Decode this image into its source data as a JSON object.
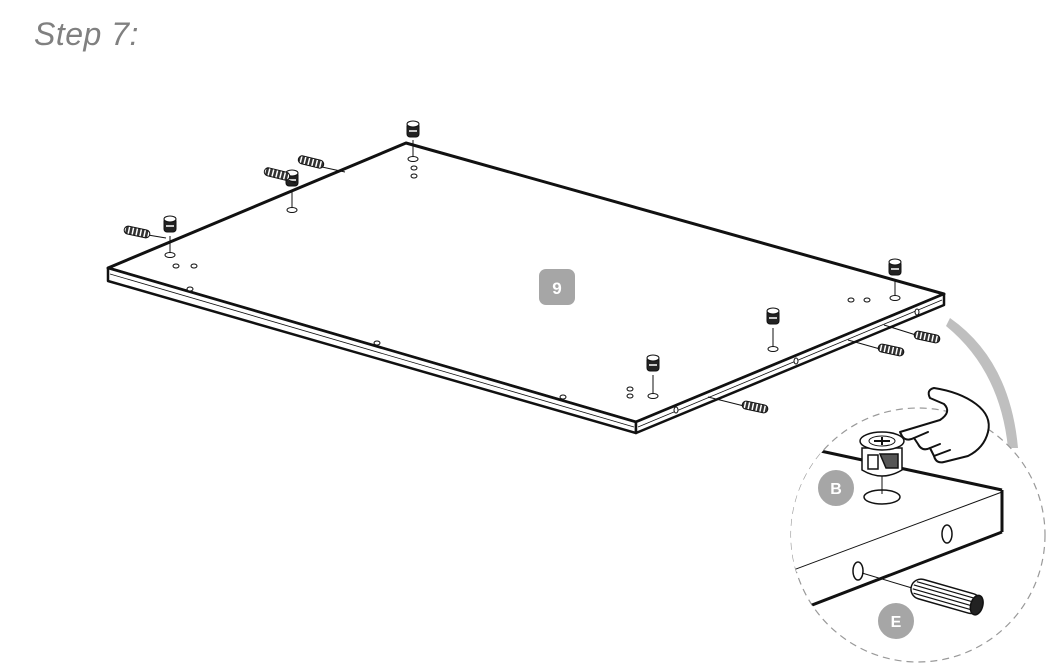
{
  "step": {
    "title": "Step 7:"
  },
  "panel": {
    "part_number": "9"
  },
  "detail": {
    "callouts": [
      {
        "label": "B"
      },
      {
        "label": "E"
      }
    ]
  },
  "colors": {
    "badge_gray": "#a6a6a6",
    "line": "#1a1a1a",
    "arrow": "#bfbfbf"
  },
  "icons": [
    "hand-pointer-icon",
    "cam-lock-icon",
    "wooden-dowel-icon"
  ]
}
